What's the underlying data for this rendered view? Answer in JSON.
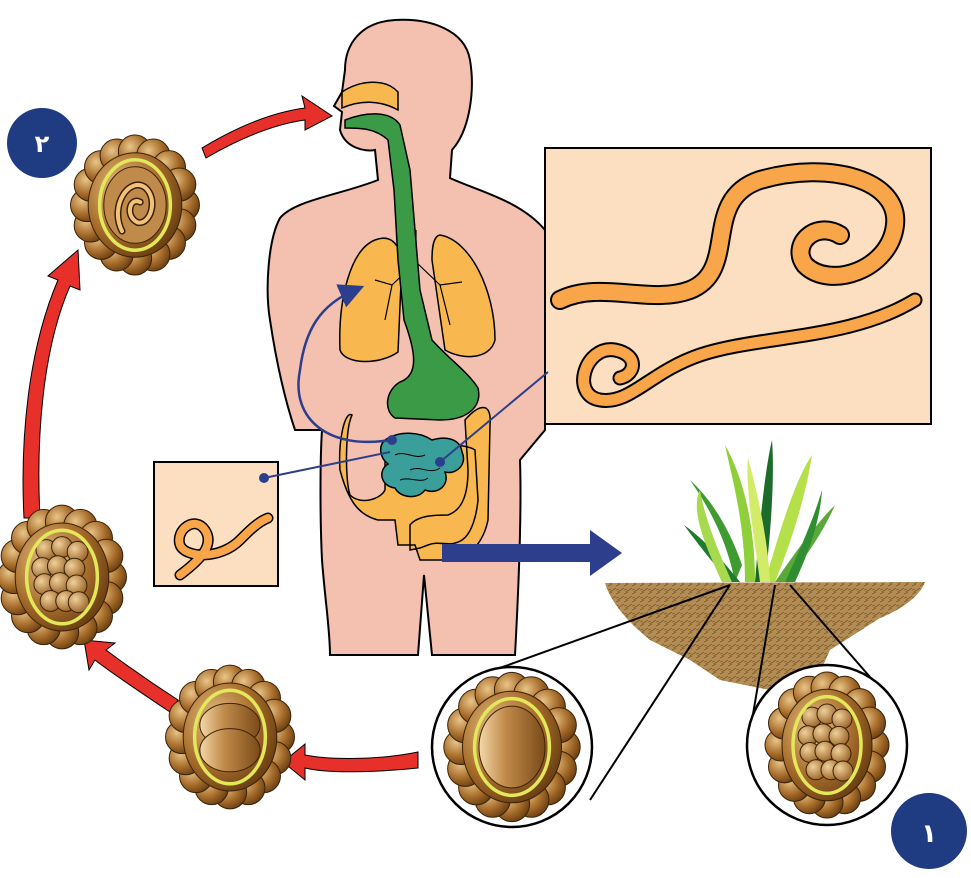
{
  "diagram": {
    "title": "",
    "colors": {
      "skin": "#f4c0b0",
      "organ_orange": "#f9b84f",
      "esophagus_green": "#3a9a45",
      "intestine_teal": "#3a9e9a",
      "arrow_red": "#e8302a",
      "arrow_navy": "#2c3e8c",
      "badge_navy": "#1f3b82",
      "egg_brown": "#a86e2c",
      "egg_highlight": "#e3e85a",
      "panel_bg": "#fbdfc0",
      "soil": "#b48d55",
      "grass": "#6ec23a"
    },
    "badges": [
      {
        "label": "٢",
        "icon": "step-badge"
      },
      {
        "label": "١",
        "icon": "step-badge"
      }
    ],
    "stages": [
      {
        "name": "egg-in-soil",
        "icon": "egg-undivided-icon"
      },
      {
        "name": "egg-cleavage",
        "icon": "egg-two-cell-icon"
      },
      {
        "name": "egg-morula",
        "icon": "egg-multicell-icon"
      },
      {
        "name": "embryonated-egg",
        "icon": "egg-larva-icon"
      },
      {
        "name": "adult-worms",
        "icon": "adult-worm-icon"
      },
      {
        "name": "larva",
        "icon": "larva-icon"
      }
    ]
  }
}
